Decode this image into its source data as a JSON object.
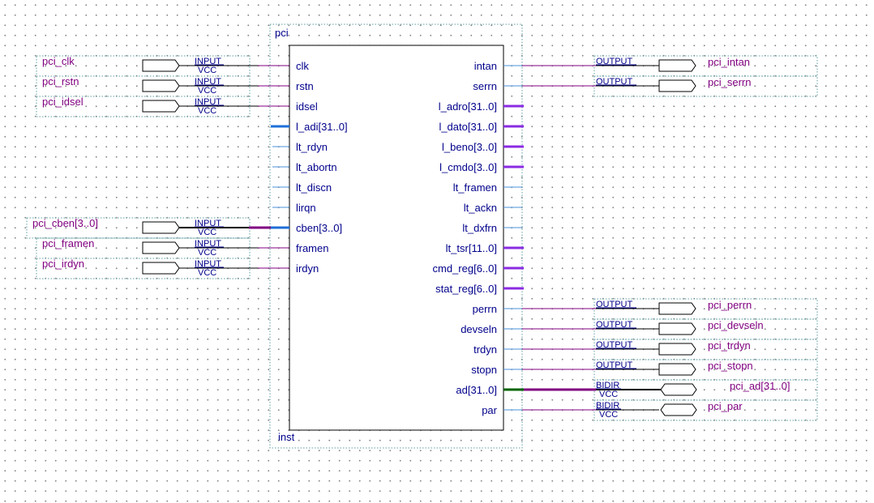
{
  "colors": {
    "pin_text": "#00008b",
    "port_text": "#800080",
    "symbol_frame": "#5f9ea0",
    "wire": "#800080",
    "stub": "#4a90d9",
    "bus_stub": "#1e6fd9",
    "bus_pin": "#8a2be2",
    "bidir_wire": "#006400",
    "outline": "#000000"
  },
  "block": {
    "name": "pci",
    "instance": "inst",
    "inputs": [
      {
        "label": "clk",
        "bus": false
      },
      {
        "label": "rstn",
        "bus": false
      },
      {
        "label": "idsel",
        "bus": false
      },
      {
        "label": "l_adi[31..0]",
        "bus": true
      },
      {
        "label": "lt_rdyn",
        "bus": false
      },
      {
        "label": "lt_abortn",
        "bus": false
      },
      {
        "label": "lt_discn",
        "bus": false
      },
      {
        "label": "lirqn",
        "bus": false
      },
      {
        "label": "cben[3..0]",
        "bus": true
      },
      {
        "label": "framen",
        "bus": false
      },
      {
        "label": "irdyn",
        "bus": false
      }
    ],
    "outputs": [
      {
        "label": "intan",
        "bus": false
      },
      {
        "label": "serrn",
        "bus": false
      },
      {
        "label": "l_adro[31..0]",
        "bus": true
      },
      {
        "label": "l_dato[31..0]",
        "bus": true
      },
      {
        "label": "l_beno[3..0]",
        "bus": true
      },
      {
        "label": "l_cmdo[3..0]",
        "bus": true
      },
      {
        "label": "lt_framen",
        "bus": false
      },
      {
        "label": "lt_ackn",
        "bus": false
      },
      {
        "label": "lt_dxfrn",
        "bus": false
      },
      {
        "label": "lt_tsr[11..0]",
        "bus": true
      },
      {
        "label": "cmd_reg[6..0]",
        "bus": true
      },
      {
        "label": "stat_reg[6..0]",
        "bus": true
      },
      {
        "label": "perrn",
        "bus": false
      },
      {
        "label": "devseln",
        "bus": false
      },
      {
        "label": "trdyn",
        "bus": false
      },
      {
        "label": "stopn",
        "bus": false
      },
      {
        "label": "ad[31..0]",
        "bus": true
      },
      {
        "label": "par",
        "bus": false
      }
    ]
  },
  "input_ports": [
    {
      "name": "pci_clk",
      "type": "INPUT",
      "default": "VCC",
      "pin": 0
    },
    {
      "name": "pci_rstn",
      "type": "INPUT",
      "default": "VCC",
      "pin": 1
    },
    {
      "name": "pci_idsel",
      "type": "INPUT",
      "default": "VCC",
      "pin": 2
    },
    {
      "name": "pci_cben[3..0]",
      "type": "INPUT",
      "default": "VCC",
      "pin": 8
    },
    {
      "name": "pci_framen",
      "type": "INPUT",
      "default": "VCC",
      "pin": 9
    },
    {
      "name": "pci_irdyn",
      "type": "INPUT",
      "default": "VCC",
      "pin": 10
    }
  ],
  "output_ports": [
    {
      "name": "pci_intan",
      "type": "OUTPUT",
      "default": "",
      "pin": 0
    },
    {
      "name": "pci_serrn",
      "type": "OUTPUT",
      "default": "",
      "pin": 1
    },
    {
      "name": "pci_perrn",
      "type": "OUTPUT",
      "default": "",
      "pin": 12
    },
    {
      "name": "pci_devseln",
      "type": "OUTPUT",
      "default": "",
      "pin": 13
    },
    {
      "name": "pci_trdyn",
      "type": "OUTPUT",
      "default": "",
      "pin": 14
    },
    {
      "name": "pci_stopn",
      "type": "OUTPUT",
      "default": "",
      "pin": 15
    },
    {
      "name": "pci_ad[31..0]",
      "type": "BIDIR",
      "default": "VCC",
      "pin": 16
    },
    {
      "name": "pci_par",
      "type": "BIDIR",
      "default": "VCC",
      "pin": 17
    }
  ]
}
